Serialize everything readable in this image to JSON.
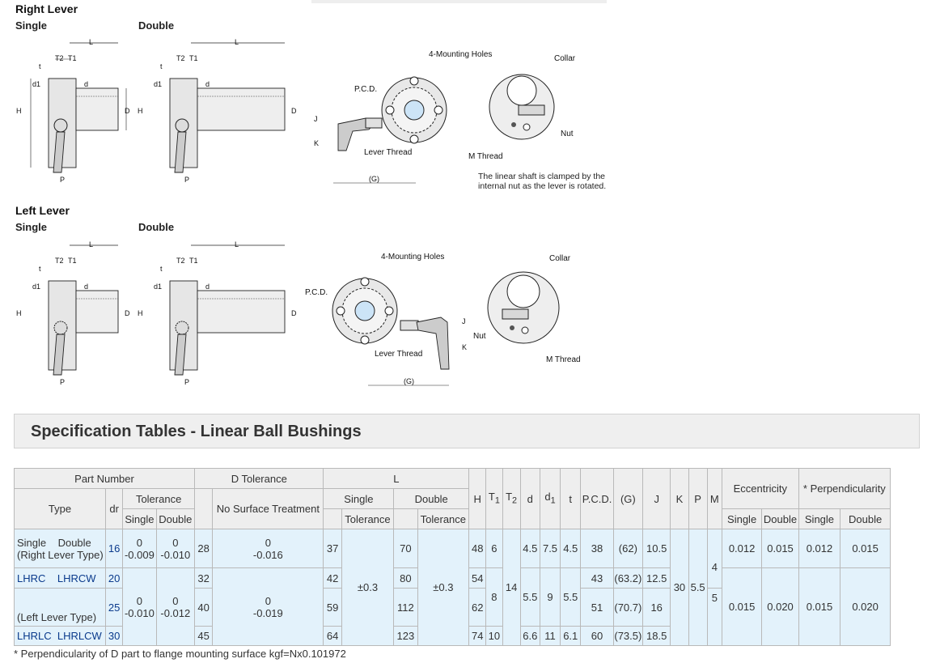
{
  "sections": {
    "right_lever": "Right Lever",
    "left_lever": "Left Lever",
    "single": "Single",
    "double": "Double"
  },
  "labels": {
    "L": "L",
    "T2": "T2",
    "T1": "T1",
    "t": "t",
    "d1": "d1",
    "d": "d",
    "H": "H",
    "D": "D",
    "P": "P",
    "J": "J",
    "K": "K",
    "G": "(G)",
    "mounting_holes": "4-Mounting Holes",
    "pcd": "P.C.D.",
    "lever_thread": "Lever Thread",
    "collar": "Collar",
    "nut": "Nut",
    "m_thread": "M Thread"
  },
  "note": "The linear shaft is clamped by the internal nut as the lever is rotated.",
  "spec_title": "Specification Tables - Linear Ball Bushings",
  "table": {
    "h": {
      "part_number": "Part Number",
      "d_tolerance": "D Tolerance",
      "L": "L",
      "type": "Type",
      "dr": "dr",
      "tolerance": "Tolerance",
      "no_surface": "No Surface Treatment",
      "single": "Single",
      "double": "Double",
      "H": "H",
      "T1": "T",
      "T1_sub": "1",
      "T2": "T",
      "T2_sub": "2",
      "d": "d",
      "d1": "d",
      "d1_sub": "1",
      "t": "t",
      "pcd": "P.C.D.",
      "G": "(G)",
      "J": "J",
      "K": "K",
      "P": "P",
      "M": "M",
      "eccentricity": "Eccentricity",
      "perpendicularity": "* Perpendicularity"
    },
    "type_single_double": "Single    Double",
    "right_lever_type": "(Right Lever Type)",
    "left_lever_type": "(Left Lever Type)",
    "part_r_single": "LHRC",
    "part_r_double": "LHRCW",
    "part_l_single": "LHRLC",
    "part_l_double": "LHRLCW",
    "dr": [
      "16",
      "20",
      "25",
      "30"
    ],
    "dr_tol_a_top": "0",
    "dr_tol_a_single": "-0.009",
    "dr_tol_a_double": "-0.010",
    "dr_tol_b_top": "0",
    "dr_tol_b_single": "-0.010",
    "dr_tol_b_double": "-0.012",
    "D": [
      "28",
      "32",
      "40",
      "45"
    ],
    "d_tol_a_top": "0",
    "d_tol_a_bottom": "-0.016",
    "d_tol_b_top": "0",
    "d_tol_b_bottom": "-0.019",
    "L_single": [
      "37",
      "42",
      "59",
      "64"
    ],
    "L_tol": "±0.3",
    "L_double": [
      "70",
      "80",
      "112",
      "123"
    ],
    "L_dtol": "±0.3",
    "H": [
      "48",
      "54",
      "62",
      "74"
    ],
    "T1_a": "6",
    "T1_b": "8",
    "T1_c": "10",
    "T2": "14",
    "d_a": "4.5",
    "d_b": "5.5",
    "d_c": "6.6",
    "d1_a": "7.5",
    "d1_b": "9",
    "d1_c": "11",
    "t_a": "4.5",
    "t_b": "5.5",
    "t_c": "6.1",
    "pcd": [
      "38",
      "43",
      "51",
      "60"
    ],
    "G": [
      "(62)",
      "(63.2)",
      "(70.7)",
      "(73.5)"
    ],
    "J": [
      "10.5",
      "12.5",
      "16",
      "18.5"
    ],
    "K": "30",
    "P": "5.5",
    "M_a": "4",
    "M_b": "5",
    "ecc_a_single": "0.012",
    "ecc_a_double": "0.015",
    "perp_a_single": "0.012",
    "perp_a_double": "0.015",
    "ecc_b_single": "0.015",
    "ecc_b_double": "0.020",
    "perp_b_single": "0.015",
    "perp_b_double": "0.020"
  },
  "footnote": "* Perpendicularity of D part to flange mounting surface kgf=Nx0.101972"
}
